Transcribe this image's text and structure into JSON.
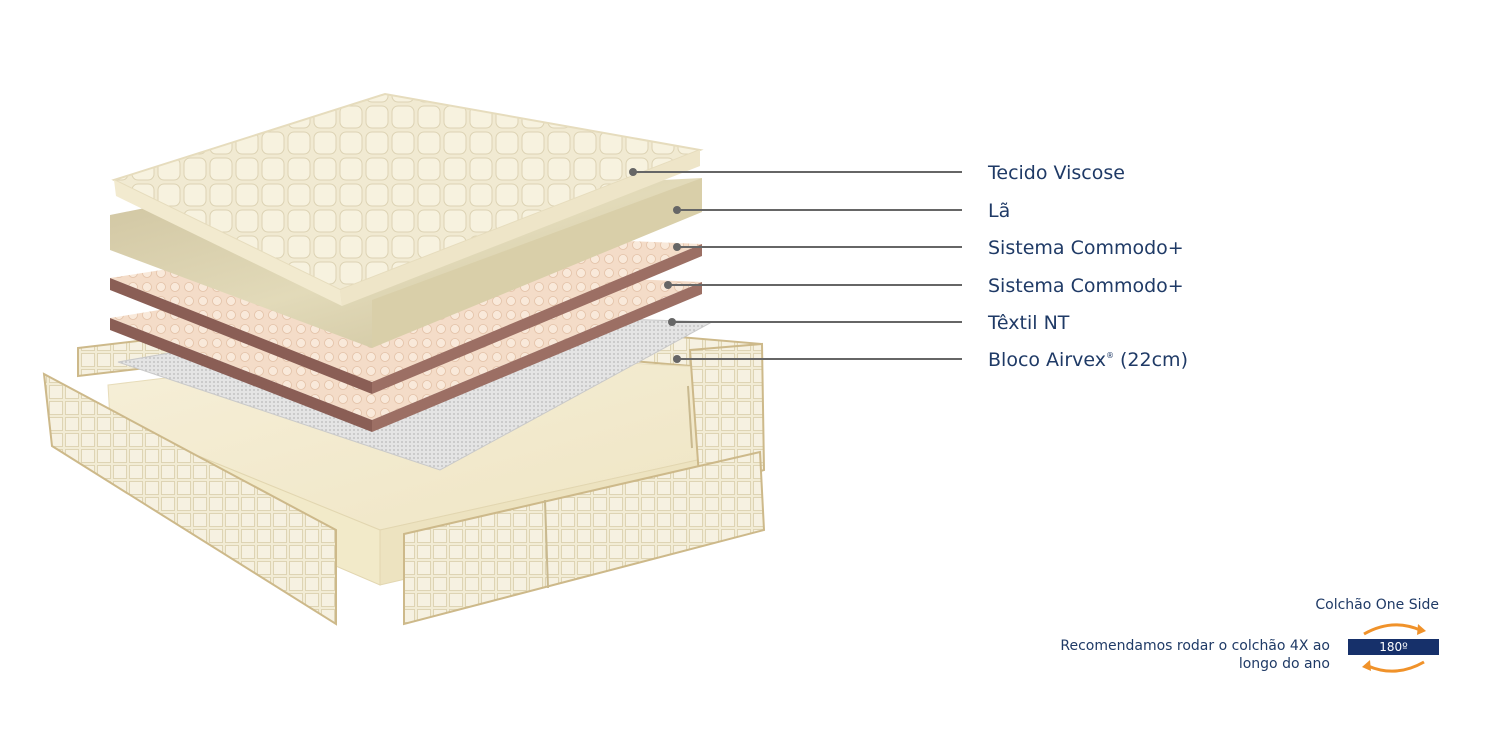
{
  "layers": [
    {
      "label": "Tecido Viscose"
    },
    {
      "label": "Lã"
    },
    {
      "label": "Sistema Commodo+"
    },
    {
      "label": "Sistema Commodo+"
    },
    {
      "label": "Têxtil NT"
    },
    {
      "label": "Bloco Airvex",
      "mark": "®",
      "suffix": " (22cm)"
    }
  ],
  "rotation_tip": {
    "title": "Colchão One Side",
    "text": "Recomendamos rodar o colchão 4X ao longo do ano",
    "badge": "180º"
  },
  "colors": {
    "label_text": "#1f3a66",
    "leader_line": "#666666",
    "badge_bg": "#16306a",
    "arrow": "#f0922a",
    "cream": "#f3edd6",
    "foam_peach": "#f4dcc8",
    "foam_edge": "#8a5e55",
    "latex": "#d8ceac",
    "textile": "#dcdcdc",
    "piping": "#cdb98a"
  }
}
